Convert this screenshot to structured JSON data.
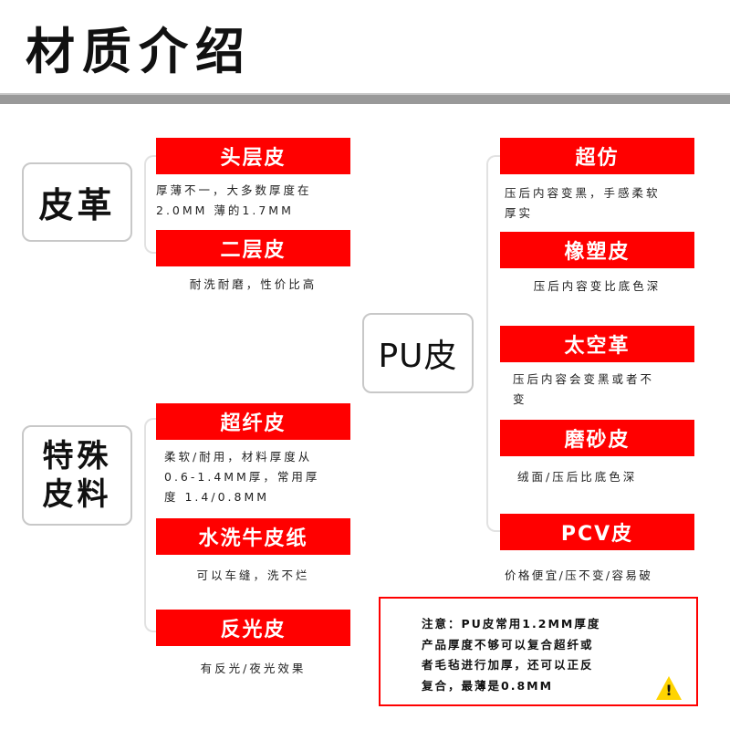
{
  "title": "材质介绍",
  "leather": {
    "category": "皮革",
    "items": [
      {
        "name": "头层皮",
        "desc_lines": [
          "厚薄不一，大多数厚度在",
          "2.0MM  薄的1.7MM"
        ]
      },
      {
        "name": "二层皮",
        "desc_lines": [
          "耐洗耐磨，性价比高"
        ]
      }
    ]
  },
  "special": {
    "category_lines": [
      "特殊",
      "皮料"
    ],
    "items": [
      {
        "name": "超纤皮",
        "desc_lines": [
          "柔软/耐用，材料厚度从",
          "0.6-1.4MM厚，常用厚",
          "度 1.4/0.8MM"
        ]
      },
      {
        "name": "水洗牛皮纸",
        "desc_lines": [
          "可以车缝，洗不烂"
        ]
      },
      {
        "name": "反光皮",
        "desc_lines": [
          "有反光/夜光效果"
        ]
      }
    ]
  },
  "pu": {
    "category": "PU皮",
    "items": [
      {
        "name": "超仿",
        "desc_lines": [
          "压后内容变黑，手感柔软",
          "厚实"
        ]
      },
      {
        "name": "橡塑皮",
        "desc_lines": [
          "压后内容变比底色深"
        ]
      },
      {
        "name": "太空革",
        "desc_lines": [
          "压后内容会变黑或者不",
          "变"
        ]
      },
      {
        "name": "磨砂皮",
        "desc_lines": [
          "绒面/压后比底色深"
        ]
      },
      {
        "name": "PCV皮",
        "desc_lines": [
          "价格便宜/压不变/容易破"
        ]
      }
    ]
  },
  "note": {
    "lines": [
      "注意：PU皮常用1.2MM厚度",
      "产品厚度不够可以复合超纤或",
      "者毛毡进行加厚，还可以正反",
      "复合，最薄是0.8MM"
    ],
    "warning_mark": "!"
  },
  "colors": {
    "accent_red": "#ff0000",
    "divider_gray": "#999999",
    "warning_yellow": "#ffd400"
  },
  "icons": {
    "warning": "warning-triangle-icon"
  }
}
